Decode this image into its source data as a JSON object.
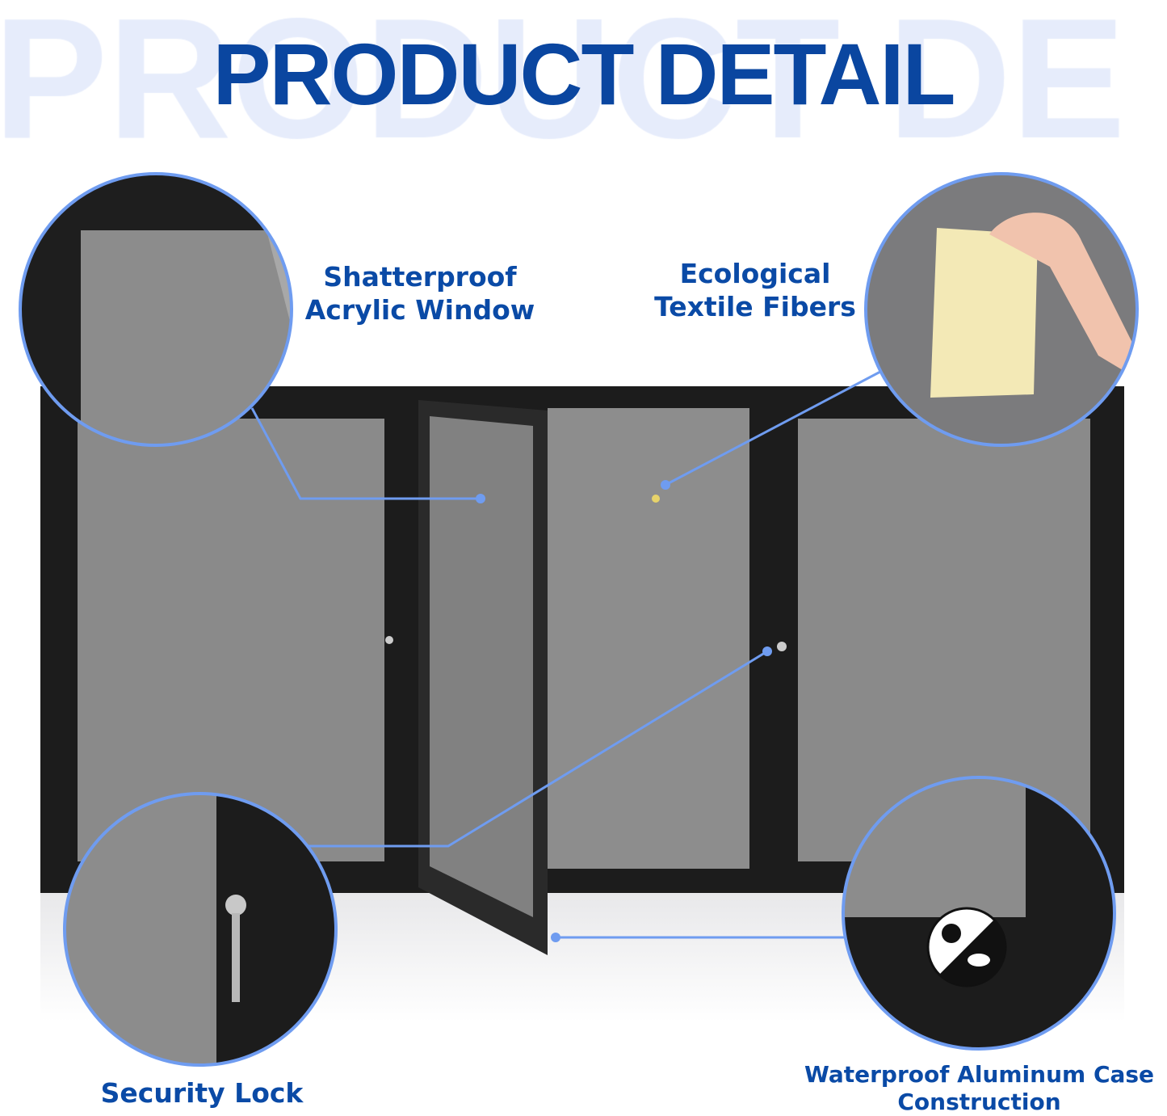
{
  "watermark": "PRODUCT DE",
  "title": "PRODUCT DETAIL",
  "features": {
    "window": {
      "line1": "Shatterproof",
      "line2": "Acrylic Window"
    },
    "fibers": {
      "line1": "Ecological",
      "line2": "Textile Fibers"
    },
    "lock": {
      "line1": "Security Lock"
    },
    "case": {
      "line1": "Waterproof Aluminum Case",
      "line2": "Construction"
    }
  },
  "colors": {
    "title": "#0a46a0",
    "label": "#0a4aa6",
    "callout": "#6f9cf0",
    "frame": "#1c1c1c",
    "board": "#8a8a8a"
  },
  "icons": [
    "sun-icon",
    "rain-cloud-icon",
    "key-icon",
    "pushpin-icon"
  ]
}
